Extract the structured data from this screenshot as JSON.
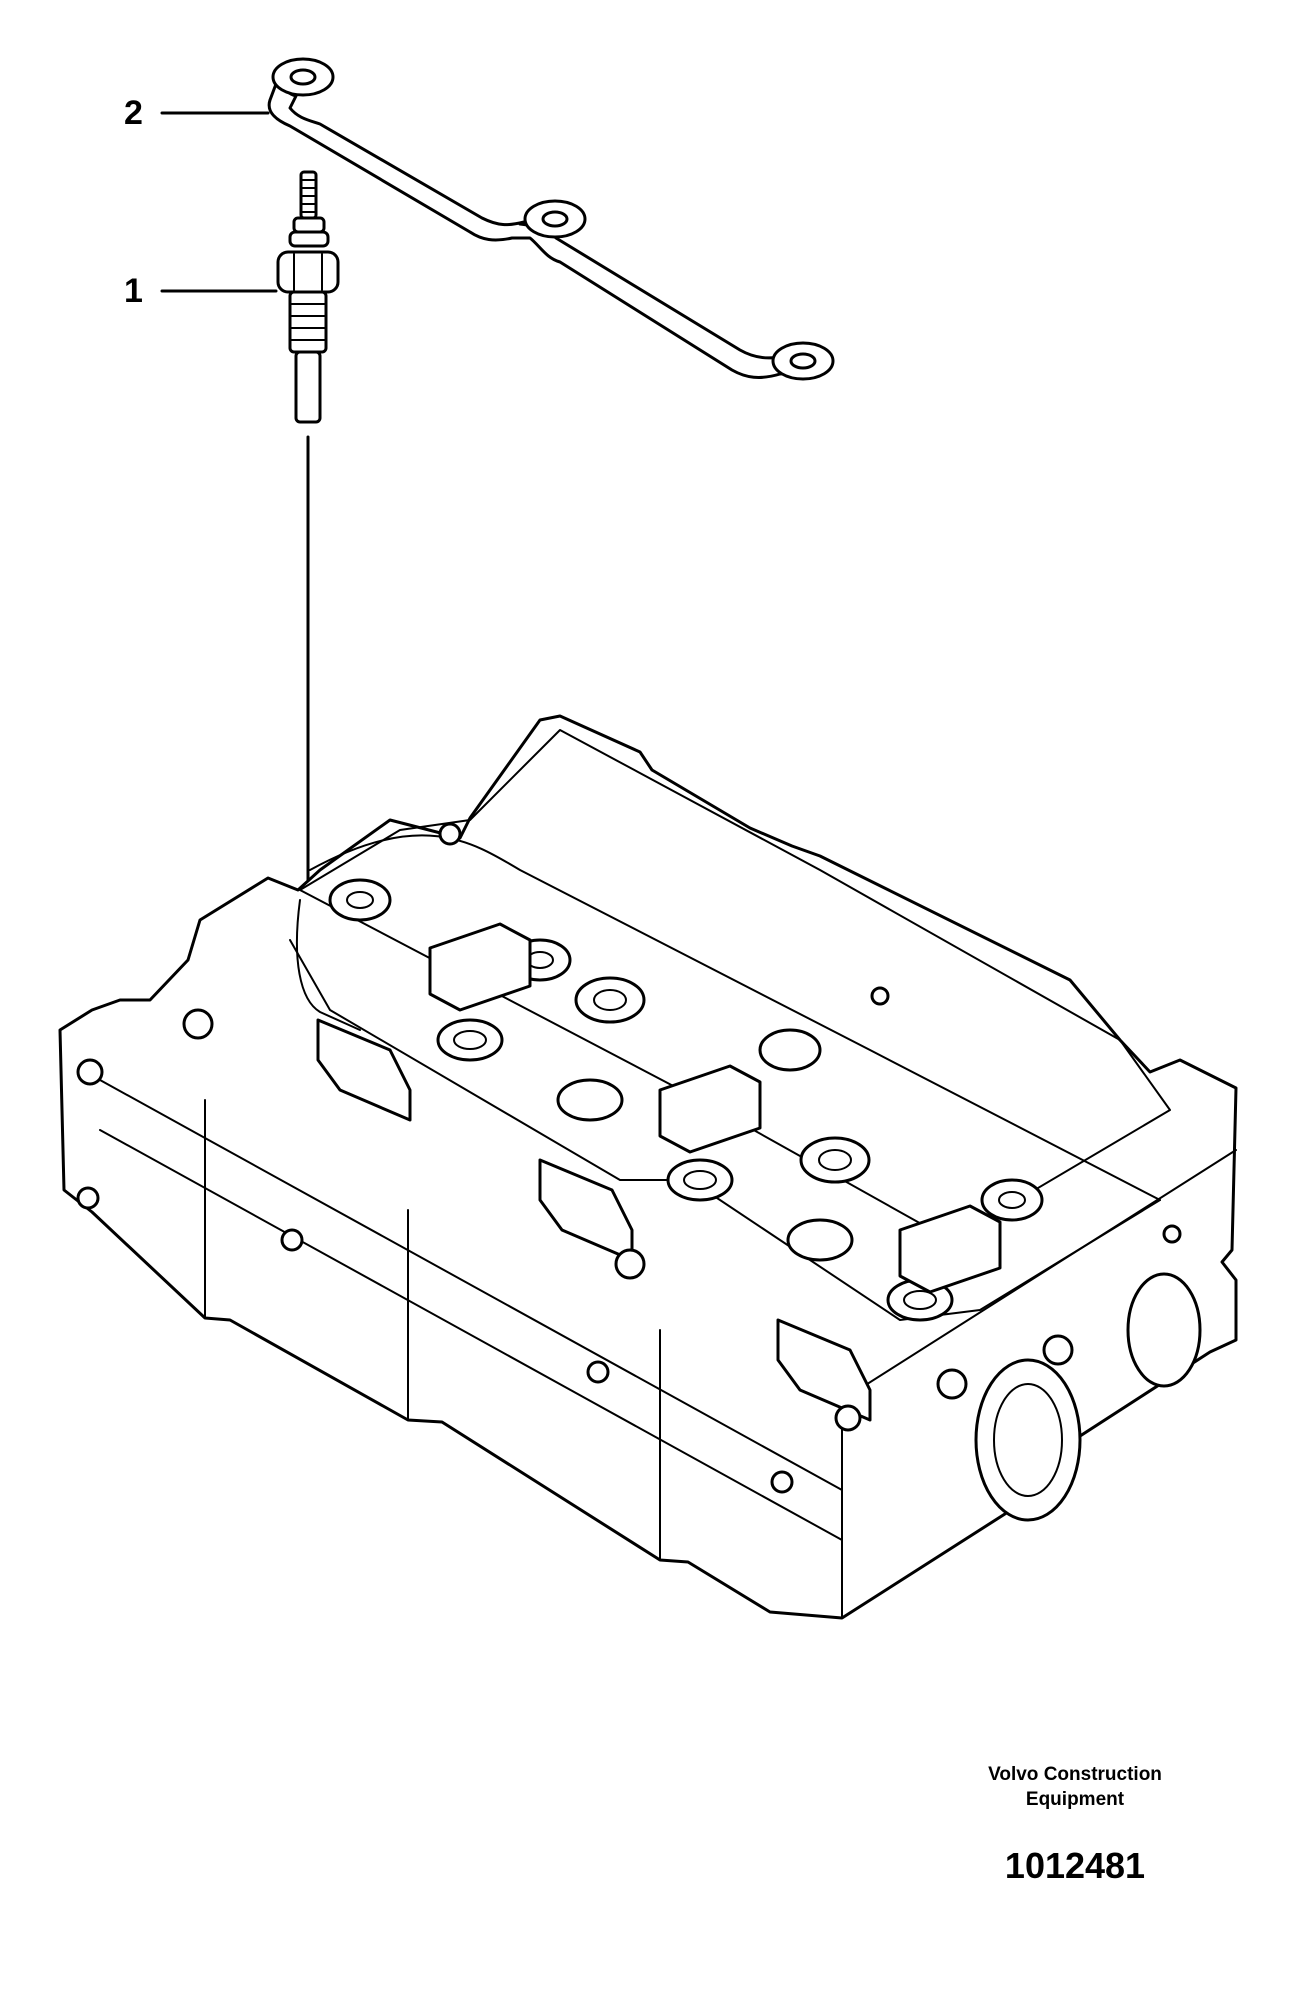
{
  "callouts": [
    {
      "number": "2",
      "part": "wire-harness"
    },
    {
      "number": "1",
      "part": "glow-plug"
    }
  ],
  "footer": {
    "brand_line1": "Volvo Construction",
    "brand_line2": "Equipment",
    "drawing_number": "1012481"
  }
}
